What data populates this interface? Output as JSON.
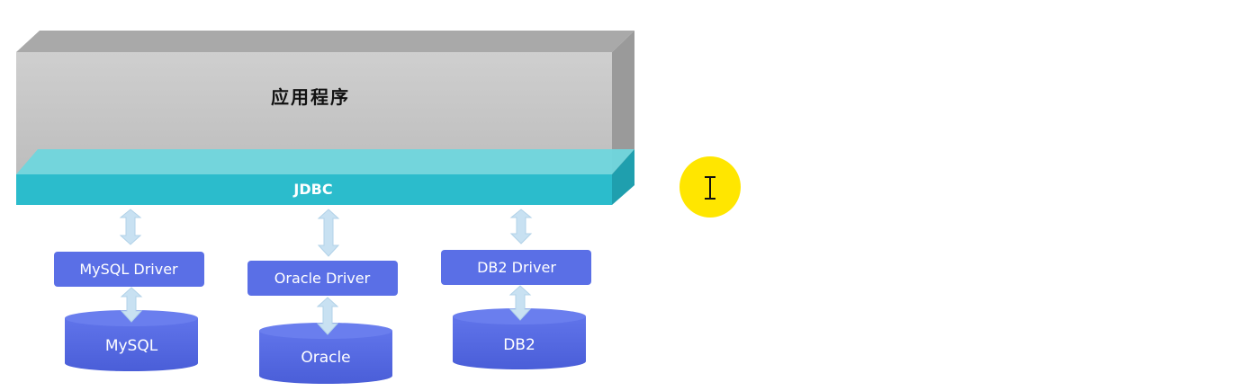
{
  "diagram": {
    "app_layer": {
      "label": "应用程序"
    },
    "jdbc_layer": {
      "label": "JDBC"
    },
    "drivers": [
      {
        "label": "MySQL Driver",
        "database": "MySQL"
      },
      {
        "label": "Oracle Driver",
        "database": "Oracle"
      },
      {
        "label": "DB2 Driver",
        "database": "DB2"
      }
    ]
  },
  "colors": {
    "app_front": "#c6c6c6",
    "app_top": "#a9a9a9",
    "app_side": "#9a9a9a",
    "jdbc_front": "#2bbccc",
    "jdbc_top": "#6fd6dd",
    "jdbc_side": "#1f9fae",
    "driver_box": "#5a6fe6",
    "database": "#5468e0",
    "arrow": "#c8e1f2",
    "cursor_highlight": "#ffe600"
  },
  "cursor": {
    "icon": "text-cursor-icon"
  }
}
